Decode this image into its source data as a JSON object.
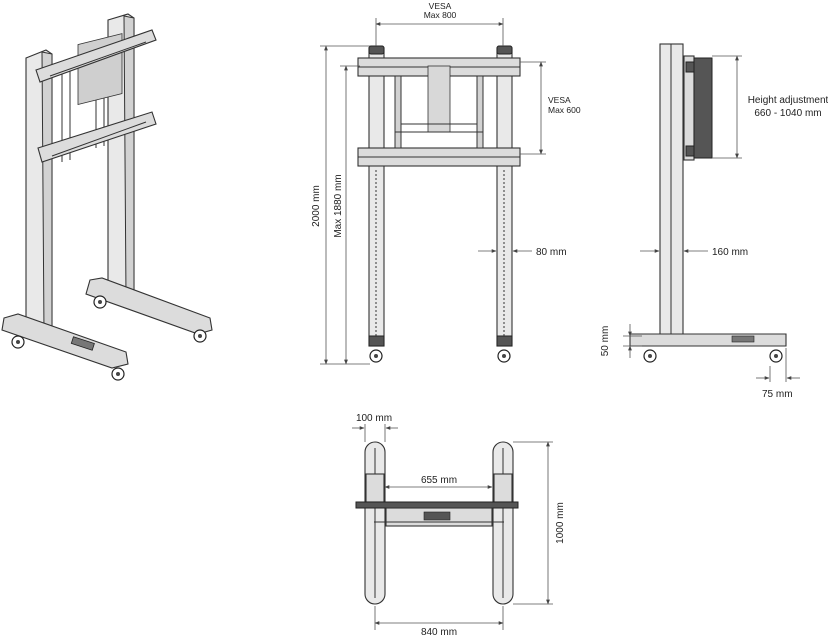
{
  "labels": {
    "vesa_top_line1": "VESA",
    "vesa_top_line2": "Max 800",
    "vesa_side_line1": "VESA",
    "vesa_side_line2": "Max 600",
    "total_height": "2000 mm",
    "max_height": "Max 1880 mm",
    "pole_width": "80 mm",
    "height_adj_line1": "Height adjustment",
    "height_adj_line2": "660 - 1040 mm",
    "pole_depth": "160 mm",
    "foot_clearance": "50 mm",
    "wheel_offset": "75 mm",
    "foot_width": "100 mm",
    "inner_span": "655 mm",
    "base_depth": "1000 mm",
    "base_width": "840 mm"
  },
  "colors": {
    "line": "#333333",
    "fill_light": "#e9e9e9",
    "fill_mid": "#d2d2d2",
    "fill_dark": "#555555"
  }
}
